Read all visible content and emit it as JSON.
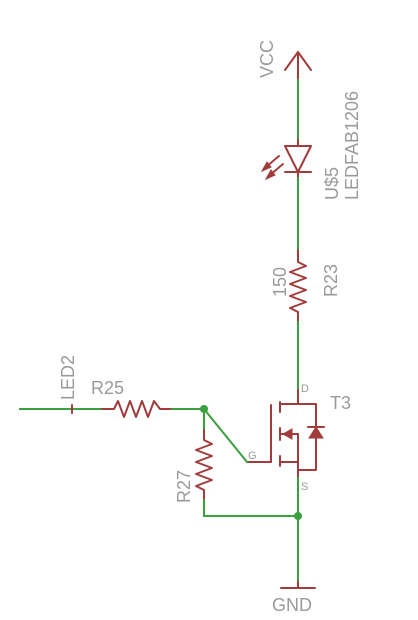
{
  "schematic": {
    "net_vcc": "VCC",
    "net_gnd": "GND",
    "net_led": "LED2",
    "led": {
      "name": "U$5",
      "value": "LEDFAB1206"
    },
    "r23": {
      "name": "R23",
      "value": "150"
    },
    "r25": {
      "name": "R25"
    },
    "r27": {
      "name": "R27"
    },
    "t3": {
      "name": "T3",
      "pin_d": "D",
      "pin_g": "G",
      "pin_s": "S"
    }
  },
  "colors": {
    "wire": "#3aa040",
    "part": "#a23c3c",
    "label": "#9a9a9a",
    "background": "#ffffff"
  }
}
